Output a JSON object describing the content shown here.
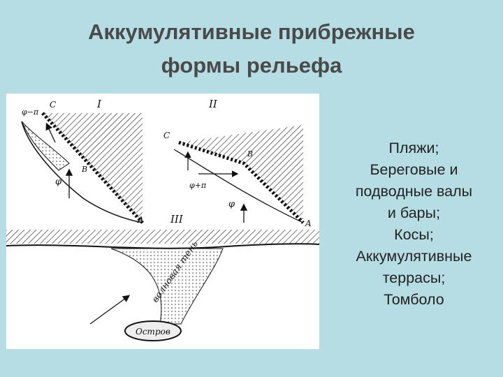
{
  "title": {
    "line1": "Аккумулятивные прибрежные",
    "line2": "формы рельефа"
  },
  "items": [
    "Пляжи;",
    "Береговые и",
    "подводные валы",
    "и бары;",
    "Косы;",
    "Аккумулятивные",
    "террасы;",
    "Томболо"
  ],
  "figure": {
    "panel_labels": [
      "I",
      "II",
      "III"
    ],
    "point_labels": [
      "C",
      "B",
      "A"
    ],
    "angle_labels": [
      "φ−π",
      "φ",
      "φ+π"
    ],
    "curved_text": "волновая тень",
    "island_text": "Остров"
  },
  "colors": {
    "background": "#b5dde3",
    "title": "#4a4a4a",
    "text": "#222222"
  }
}
